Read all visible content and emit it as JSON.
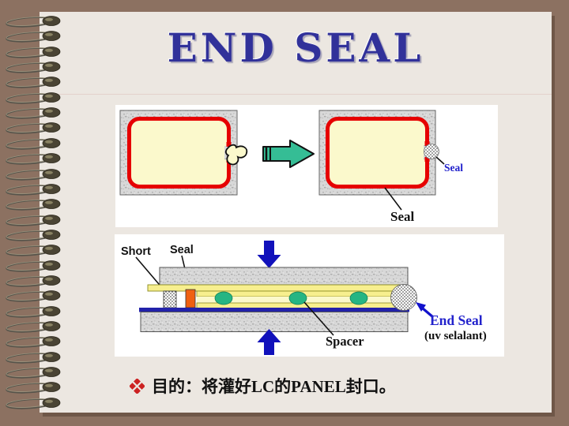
{
  "slide": {
    "title": "END SEAL",
    "bullet": {
      "icon": "red-diamond-bullet",
      "text": "目的：将灌好LC的PANEL封口。"
    }
  },
  "diagram_top": {
    "description": "panel seal before-and-after with green transition arrow",
    "arrow_icon": "green-right-arrow",
    "seal_callout_blue": "Seal",
    "seal_callout_black": "Seal"
  },
  "diagram_bottom": {
    "description": "panel cross-section being pressed while end seal cures",
    "labels": {
      "short": "Short",
      "seal": "Seal",
      "spacer": "Spacer",
      "end_seal": "End Seal",
      "end_seal_note": "(uv selalant)"
    },
    "arrow_icons": [
      "blue-press-down-arrow",
      "blue-press-up-arrow",
      "blue-end-seal-pointer-arrow"
    ]
  },
  "decorations": {
    "spiral_ring_count": 26
  },
  "colors": {
    "background_brown": "#8C7161",
    "slide_background": "#ECE7E1",
    "title_blue": "#31319A",
    "seal_red": "#E60000",
    "panel_fill_yellow": "#FBF9CC",
    "arrow_green": "#35BD95",
    "press_arrow_blue": "#1111BB",
    "callout_blue": "#2222CC",
    "seal_bar_orange": "#F06011",
    "spacer_green": "#25B583",
    "electrode_blue": "#2222AA",
    "bullet_red": "#CC2222"
  }
}
